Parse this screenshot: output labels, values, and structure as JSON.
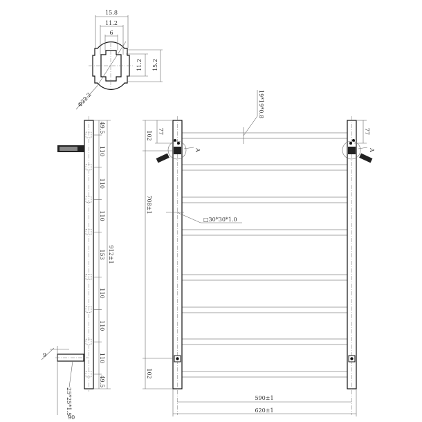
{
  "section_view": {
    "width_outer": "15.8",
    "width_inner": "11.2",
    "width_slot": "6",
    "height_inner": "11.2",
    "height_outer": "15.2",
    "diameter": "Φ22.2"
  },
  "side_view": {
    "top_offset": "49.5",
    "spacings": [
      "110",
      "110",
      "110",
      "153",
      "110",
      "110",
      "110"
    ],
    "bottom_offset": "49.5",
    "total_height": "912±1",
    "bracket_offset": "9",
    "bracket_profile": "25*25*1.5",
    "bracket_depth": "90"
  },
  "front_view": {
    "bar_profile": "19*19*0.8",
    "top_margin": "102",
    "bracket_drop_left": "77",
    "bracket_drop_right": "77",
    "detail_label_left": "A",
    "detail_label_right": "A",
    "mid_height": "708±1",
    "post_profile": "□30*30*1.0",
    "bottom_margin": "102",
    "center_width": "590±1",
    "overall_width": "620±1",
    "bar_count": 8
  }
}
